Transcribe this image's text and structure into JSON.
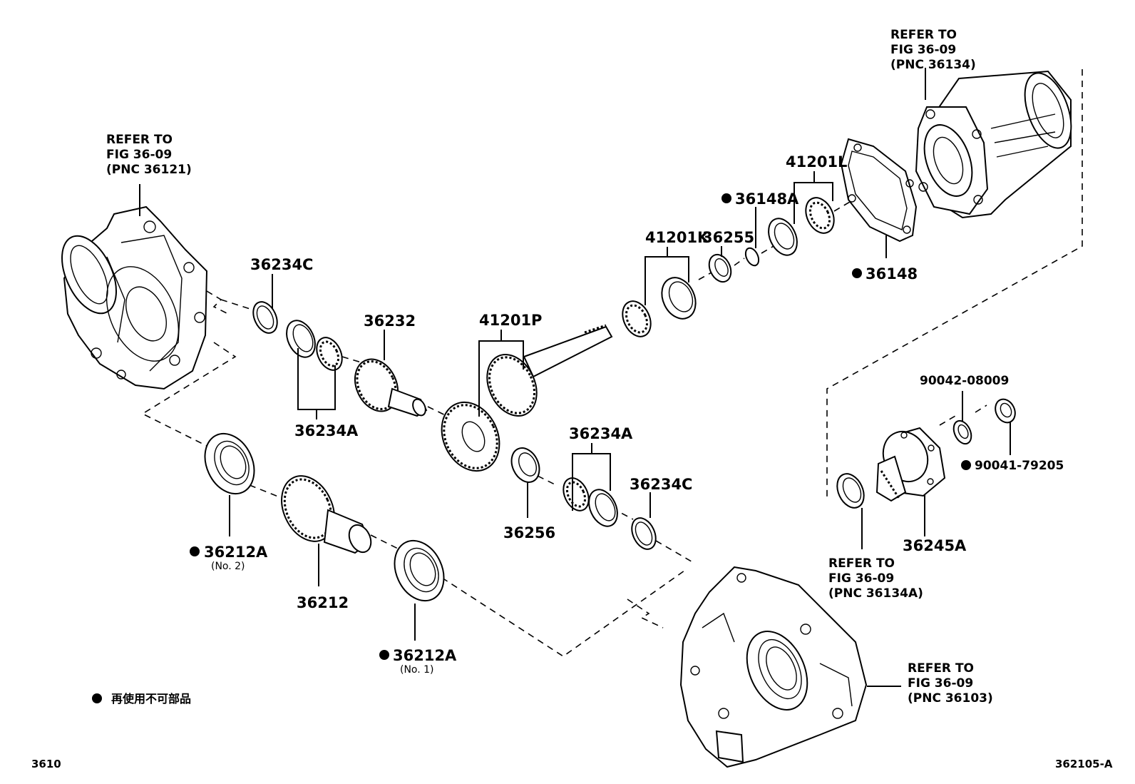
{
  "labels": {
    "p36234C_top": "36234C",
    "p36234A_left": "36234A",
    "p36232": "36232",
    "p41201P": "41201P",
    "p41201K": "41201K",
    "p36255": "36255",
    "p36148A": "36148A",
    "p41201L": "41201L",
    "p36148": "36148",
    "p36234A_right": "36234A",
    "p36234C_bottom": "36234C",
    "p36256": "36256",
    "p36212A_no2": "36212A",
    "p36212A_no2_sub": "(No. 2)",
    "p36212": "36212",
    "p36212A_no1": "36212A",
    "p36212A_no1_sub": "(No. 1)",
    "p90042": "90042-08009",
    "p90041": "90041-79205",
    "p36245A": "36245A"
  },
  "refs": {
    "left": {
      "line1": "REFER TO",
      "line2": "FIG 36-09",
      "line3": "(PNC 36121)"
    },
    "top": {
      "line1": "REFER TO",
      "line2": "FIG 36-09",
      "line3": "(PNC 36134)"
    },
    "middle": {
      "line1": "REFER TO",
      "line2": "FIG 36-09",
      "line3": "(PNC 36134A)"
    },
    "bottom": {
      "line1": "REFER TO",
      "line2": "FIG 36-09",
      "line3": "(PNC 36103)"
    }
  },
  "legend": {
    "text": "再使用不可部品"
  },
  "footer": {
    "left": "3610",
    "right": "362105-A"
  }
}
